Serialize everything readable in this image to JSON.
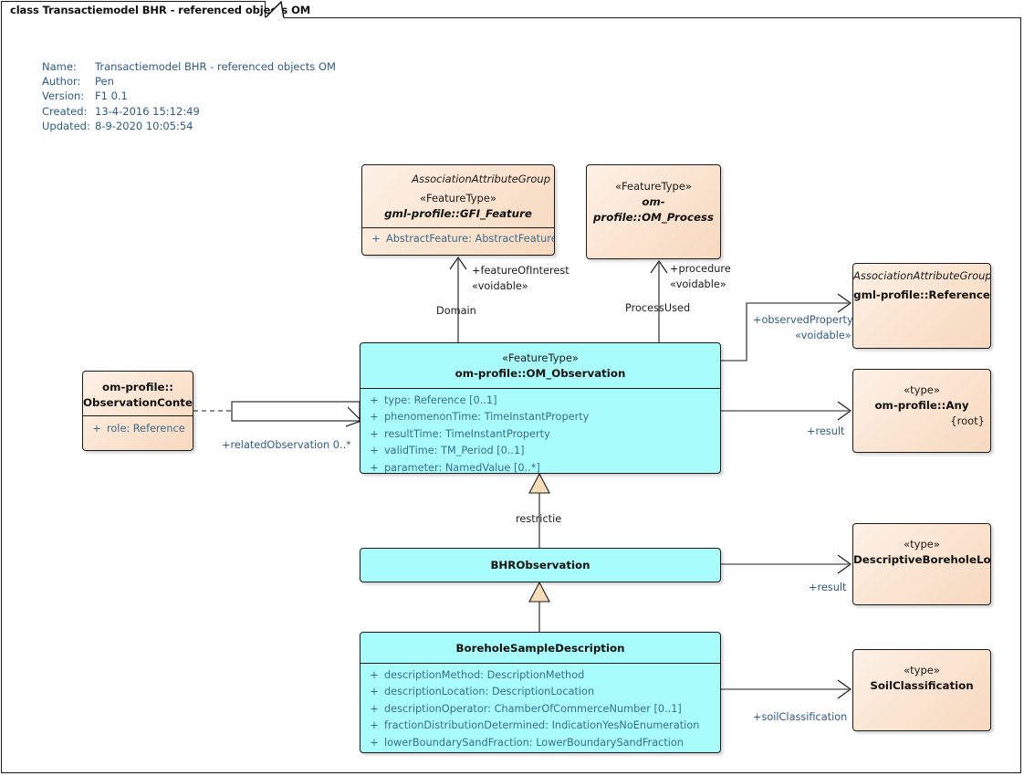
{
  "window": {
    "tab_label": "class Transactiemodel BHR - referenced objects OM"
  },
  "metadata": {
    "rows": [
      {
        "key": "Name:",
        "value": "Transactiemodel BHR - referenced objects OM"
      },
      {
        "key": "Author:",
        "value": "Pen"
      },
      {
        "key": "Version:",
        "value": "F1 0.1"
      },
      {
        "key": "Created:",
        "value": "13-4-2016 15:12:49"
      },
      {
        "key": "Updated:",
        "value": "8-9-2020 10:05:54"
      }
    ]
  },
  "colors": {
    "class_fill_cyan": "#a9fcfc",
    "class_fill_peach": "#fae3cf",
    "border": "#1a1a1a",
    "attribute_text": "#3a6b8c",
    "metadata_text": "#2d5a86",
    "generalization_arrow_fill": "#f6dcb9"
  },
  "classes": {
    "gfi_feature": {
      "group": "AssociationAttributeGroup",
      "stereotype": "«FeatureType»",
      "name": "gml-profile::GFI_Feature",
      "attributes": [
        {
          "visibility": "+",
          "text": "AbstractFeature: AbstractFeature"
        }
      ]
    },
    "om_process": {
      "stereotype": "«FeatureType»",
      "name": "om-profile::OM_Process"
    },
    "reference": {
      "group": "AssociationAttributeGroup",
      "name": "gml-profile::Reference"
    },
    "any": {
      "stereotype": "«type»",
      "name": "om-profile::Any",
      "tag": "{root}"
    },
    "observation_context": {
      "name_line1": "om-profile::",
      "name_line2": "ObservationContext",
      "attributes": [
        {
          "visibility": "+",
          "text": "role: Reference"
        }
      ]
    },
    "om_observation": {
      "stereotype": "«FeatureType»",
      "name": "om-profile::OM_Observation",
      "attributes": [
        {
          "visibility": "+",
          "text": "type: Reference [0..1]"
        },
        {
          "visibility": "+",
          "text": "phenomenonTime: TimeInstantProperty"
        },
        {
          "visibility": "+",
          "text": "resultTime: TimeInstantProperty"
        },
        {
          "visibility": "+",
          "text": "validTime: TM_Period [0..1]"
        },
        {
          "visibility": "+",
          "text": "parameter: NamedValue [0..*]"
        }
      ]
    },
    "bhr_observation": {
      "name": "BHRObservation"
    },
    "descriptive_borehole_log": {
      "stereotype": "«type»",
      "name": "DescriptiveBoreholeLog"
    },
    "borehole_sample_description": {
      "name": "BoreholeSampleDescription",
      "attributes": [
        {
          "visibility": "+",
          "text": "descriptionMethod: DescriptionMethod"
        },
        {
          "visibility": "+",
          "text": "descriptionLocation: DescriptionLocation"
        },
        {
          "visibility": "+",
          "text": "descriptionOperator: ChamberOfCommerceNumber [0..1]"
        },
        {
          "visibility": "+",
          "text": "fractionDistributionDetermined: IndicationYesNoEnumeration"
        },
        {
          "visibility": "+",
          "text": "lowerBoundarySandFraction: LowerBoundarySandFraction"
        }
      ]
    },
    "soil_classification": {
      "stereotype": "«type»",
      "name": "SoilClassification"
    }
  },
  "connectors": {
    "feature_of_interest": {
      "role": "+featureOfInterest",
      "stereotype": "«voidable»",
      "name": "Domain"
    },
    "procedure": {
      "role": "+procedure",
      "stereotype": "«voidable»",
      "name": "ProcessUsed"
    },
    "observed_property": {
      "role": "+observedProperty",
      "stereotype": "«voidable»"
    },
    "result_any": {
      "role": "+result"
    },
    "related_observation": {
      "role": "+relatedObservation 0..*"
    },
    "restrictie": {
      "name": "restrictie"
    },
    "result_log": {
      "role": "+result"
    },
    "soil_classification": {
      "role": "+soilClassification"
    }
  }
}
